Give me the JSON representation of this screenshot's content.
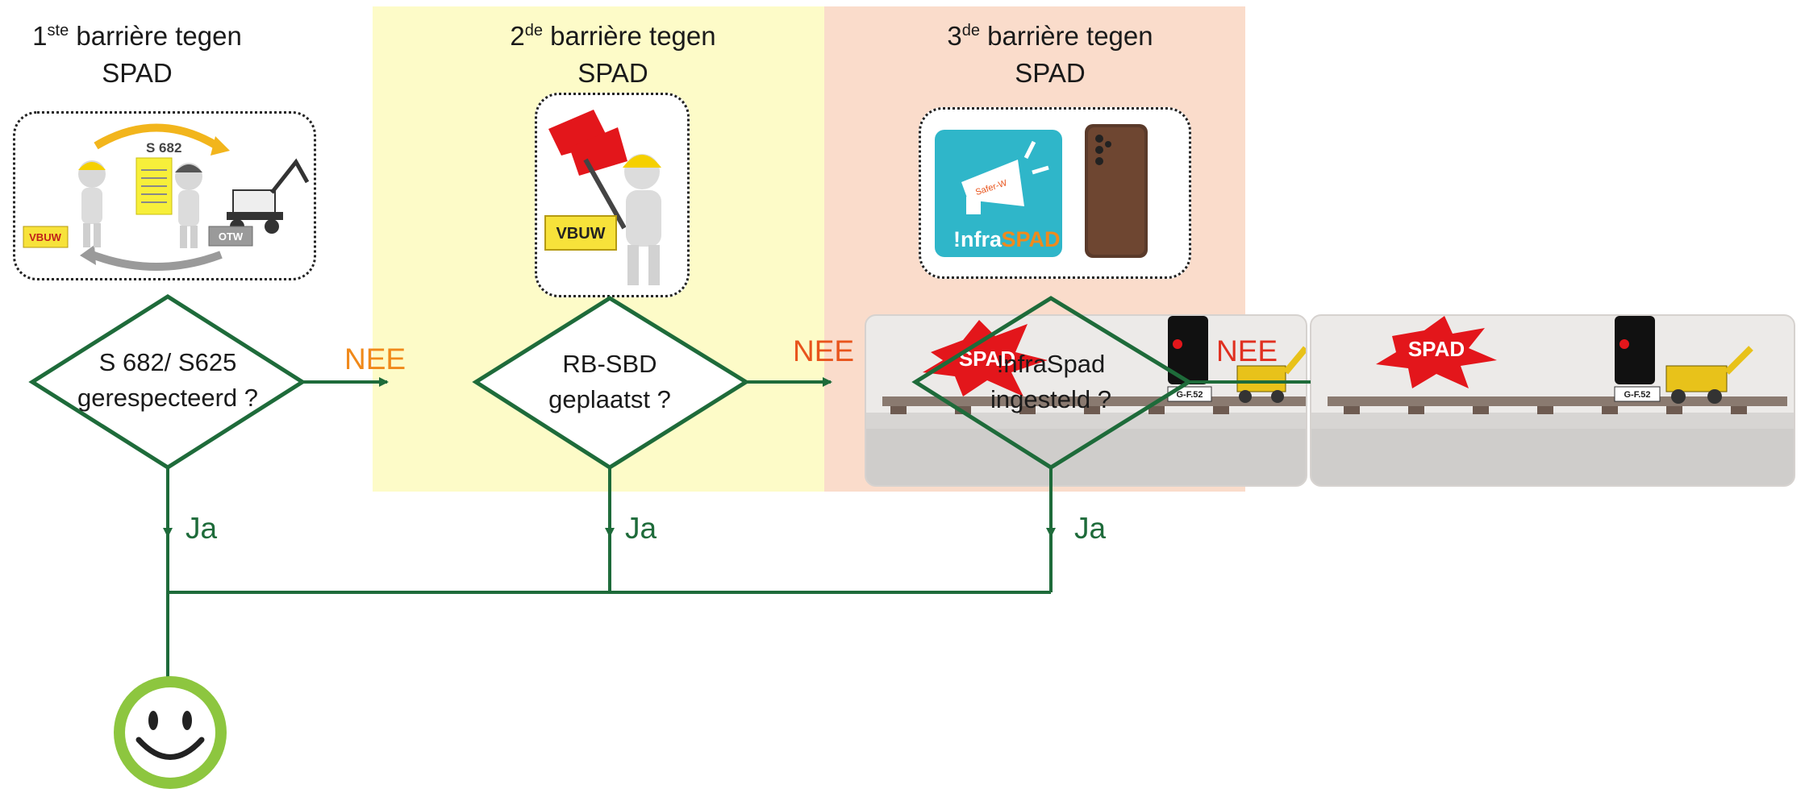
{
  "barriers": [
    {
      "num": "1",
      "sup": "ste",
      "line1": " barrière tegen",
      "line2": "SPAD"
    },
    {
      "num": "2",
      "sup": "de",
      "line1": " barrière tegen",
      "line2": "SPAD"
    },
    {
      "num": "3",
      "sup": "de",
      "line1": " barrière tegen",
      "line2": "SPAD"
    }
  ],
  "images": {
    "s682_label": "S 682",
    "vbuw": "VBUW",
    "otw": "OTW",
    "vbuw2": "VBUW",
    "infra_prefix": "!nfra",
    "infra_suffix": "SPAD",
    "safer_w": "Safer-W",
    "spad_burst1": "SPAD",
    "spad_burst2": "SPAD",
    "sign1": "G-F.52",
    "sign2": "G-F.52"
  },
  "decisions": [
    {
      "line1": "S 682/ S625",
      "line2": "gerespecteerd ?"
    },
    {
      "line1": "RB-SBD",
      "line2": "geplaatst ?"
    },
    {
      "line1": "!nfraSpad",
      "line2": "ingesteld ?"
    }
  ],
  "labels": {
    "nee1": "NEE",
    "nee2": "NEE",
    "nee3": "NEE",
    "ja1": "Ja",
    "ja2": "Ja",
    "ja3": "Ja"
  },
  "colors": {
    "flow_green": "#1e6b3a",
    "panel2_bg": "#fdfbc8",
    "panel3_bg": "#fadccb",
    "nee_orange": "#f0891a",
    "spad_red": "#e31b1b",
    "smiley_green": "#8dc63f"
  }
}
